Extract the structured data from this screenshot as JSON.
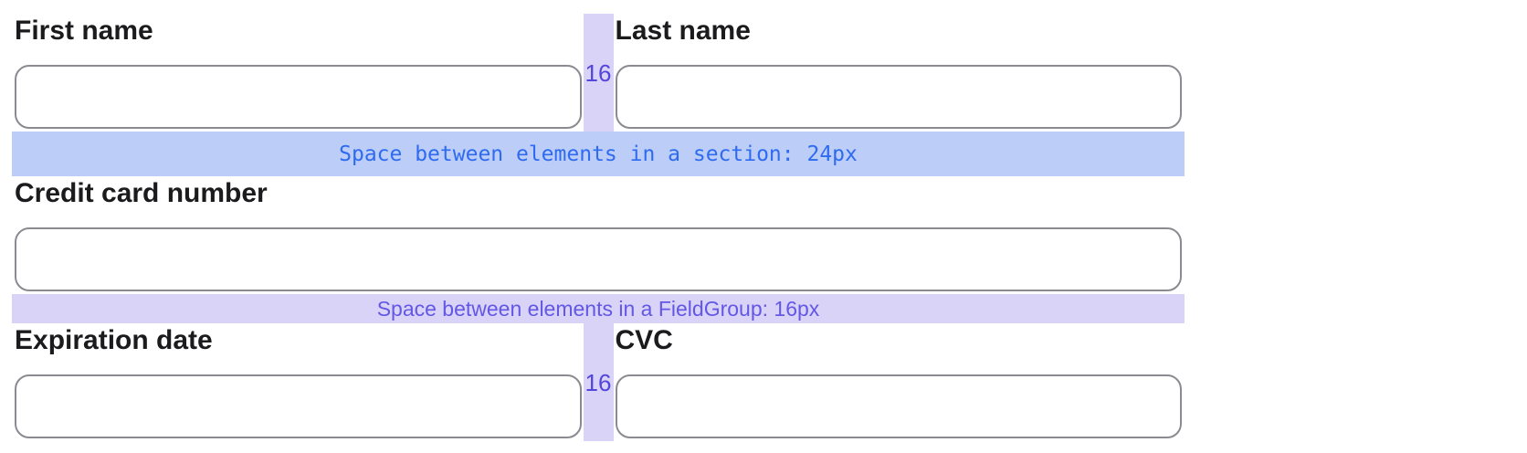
{
  "fields": {
    "first_name": {
      "label": "First name",
      "value": ""
    },
    "last_name": {
      "label": "Last name",
      "value": ""
    },
    "credit_card_number": {
      "label": "Credit card number",
      "value": ""
    },
    "expiration_date": {
      "label": "Expiration date",
      "value": ""
    },
    "cvc": {
      "label": "CVC",
      "value": ""
    }
  },
  "annotations": {
    "section_gap_text": "Space between elements in a section: 24px",
    "fieldgroup_gap_text": "Space between elements in a FieldGroup: 16px",
    "pair_gap_label": "16"
  },
  "colors": {
    "section_band_bg": "#bccdf8",
    "section_band_text": "#2e6bf0",
    "fieldgroup_band_bg": "#d9d3f7",
    "fieldgroup_band_text": "#6357e5",
    "gap_strip_bg": "#d9d3f7",
    "gap_strip_text": "#5446da",
    "input_border": "#8a8a90",
    "label_text": "#1b1b1d",
    "page_bg": "#ffffff"
  }
}
